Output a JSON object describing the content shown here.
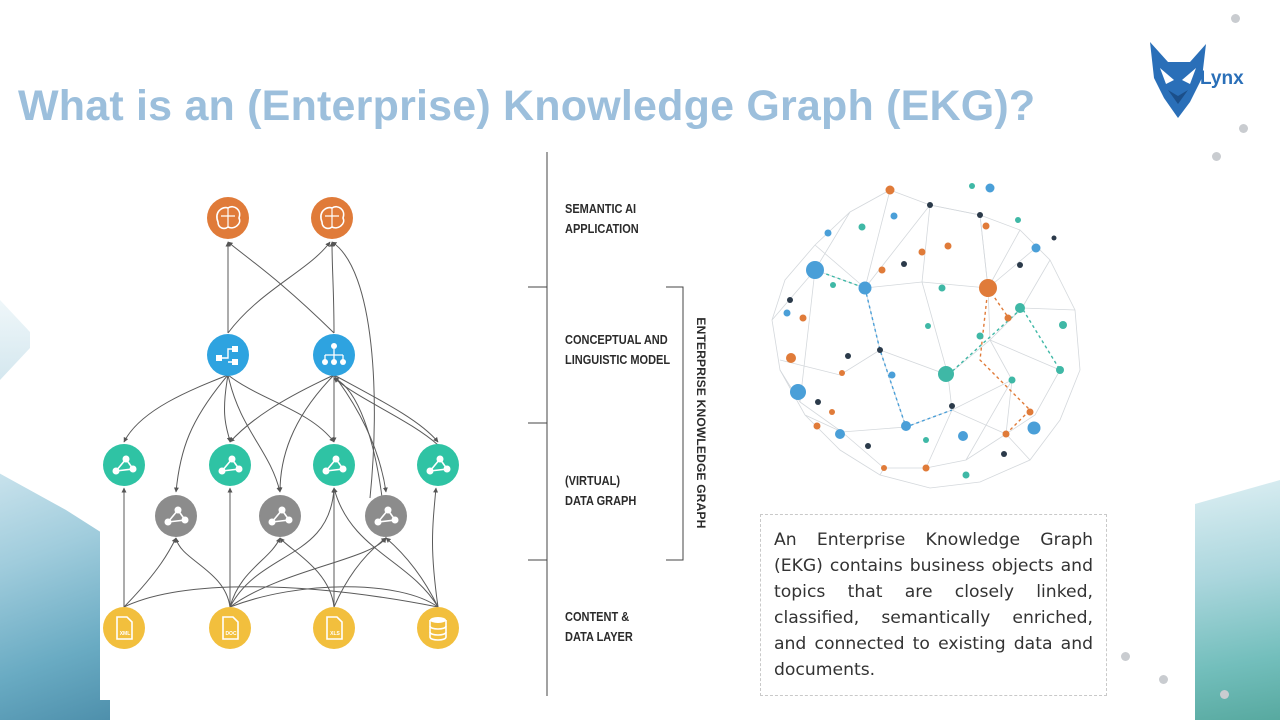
{
  "title": "What is an (Enterprise) Knowledge Graph (EKG)?",
  "logo": {
    "text": "Lynx",
    "icon": "lynx-head-icon",
    "color": "#2a6fb8"
  },
  "layers": [
    {
      "line1": "SEMANTIC AI",
      "line2": "APPLICATION"
    },
    {
      "line1": "CONCEPTUAL AND",
      "line2": "LINGUISTIC MODEL"
    },
    {
      "line1": "(VIRTUAL)",
      "line2": "DATA GRAPH"
    },
    {
      "line1": "CONTENT &",
      "line2": "DATA LAYER"
    }
  ],
  "bracket_label": "ENTERPRISE KNOWLEDGE GRAPH",
  "nodes": {
    "application": {
      "icon": "brain-icon",
      "color": "#e07b39"
    },
    "model": {
      "icon": "hierarchy-icon",
      "color": "#2ea3e0"
    },
    "graph_primary": {
      "icon": "graph-icon",
      "color": "#2fc3a4"
    },
    "graph_virtual": {
      "icon": "graph-icon",
      "color": "#8c8c8c"
    },
    "content": {
      "icon": "document-icon",
      "color": "#f2bf3d"
    },
    "content_db": {
      "icon": "database-icon",
      "color": "#f2bf3d"
    }
  },
  "file_labels": [
    "XML",
    "DOC",
    "XLS"
  ],
  "description": "An Enterprise Knowledge Graph (EKG) contains business objects and topics that are closely linked, classified, semantically enriched, and connected to existing data and documents.",
  "colors": {
    "title": "#9cbfdc",
    "accent_orange": "#e07b39",
    "accent_blue": "#4a9fd8",
    "accent_teal": "#3fb8a6"
  }
}
